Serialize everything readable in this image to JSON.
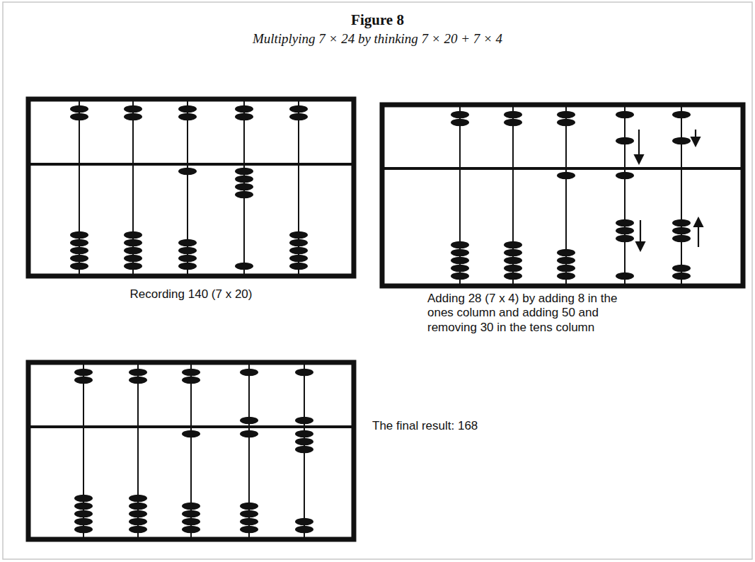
{
  "diagram": {
    "title": "Figure 8",
    "labels": [
      "Multiplying 7 × 24 by thinking 7 × 20 + 7 × 4",
      "Recording 140 (7 x 20)",
      "Adding 28 (7 x 4) by adding 8 in the ones column and adding 50 and removing 30 in the tens column",
      "The final result: 168"
    ]
  }
}
